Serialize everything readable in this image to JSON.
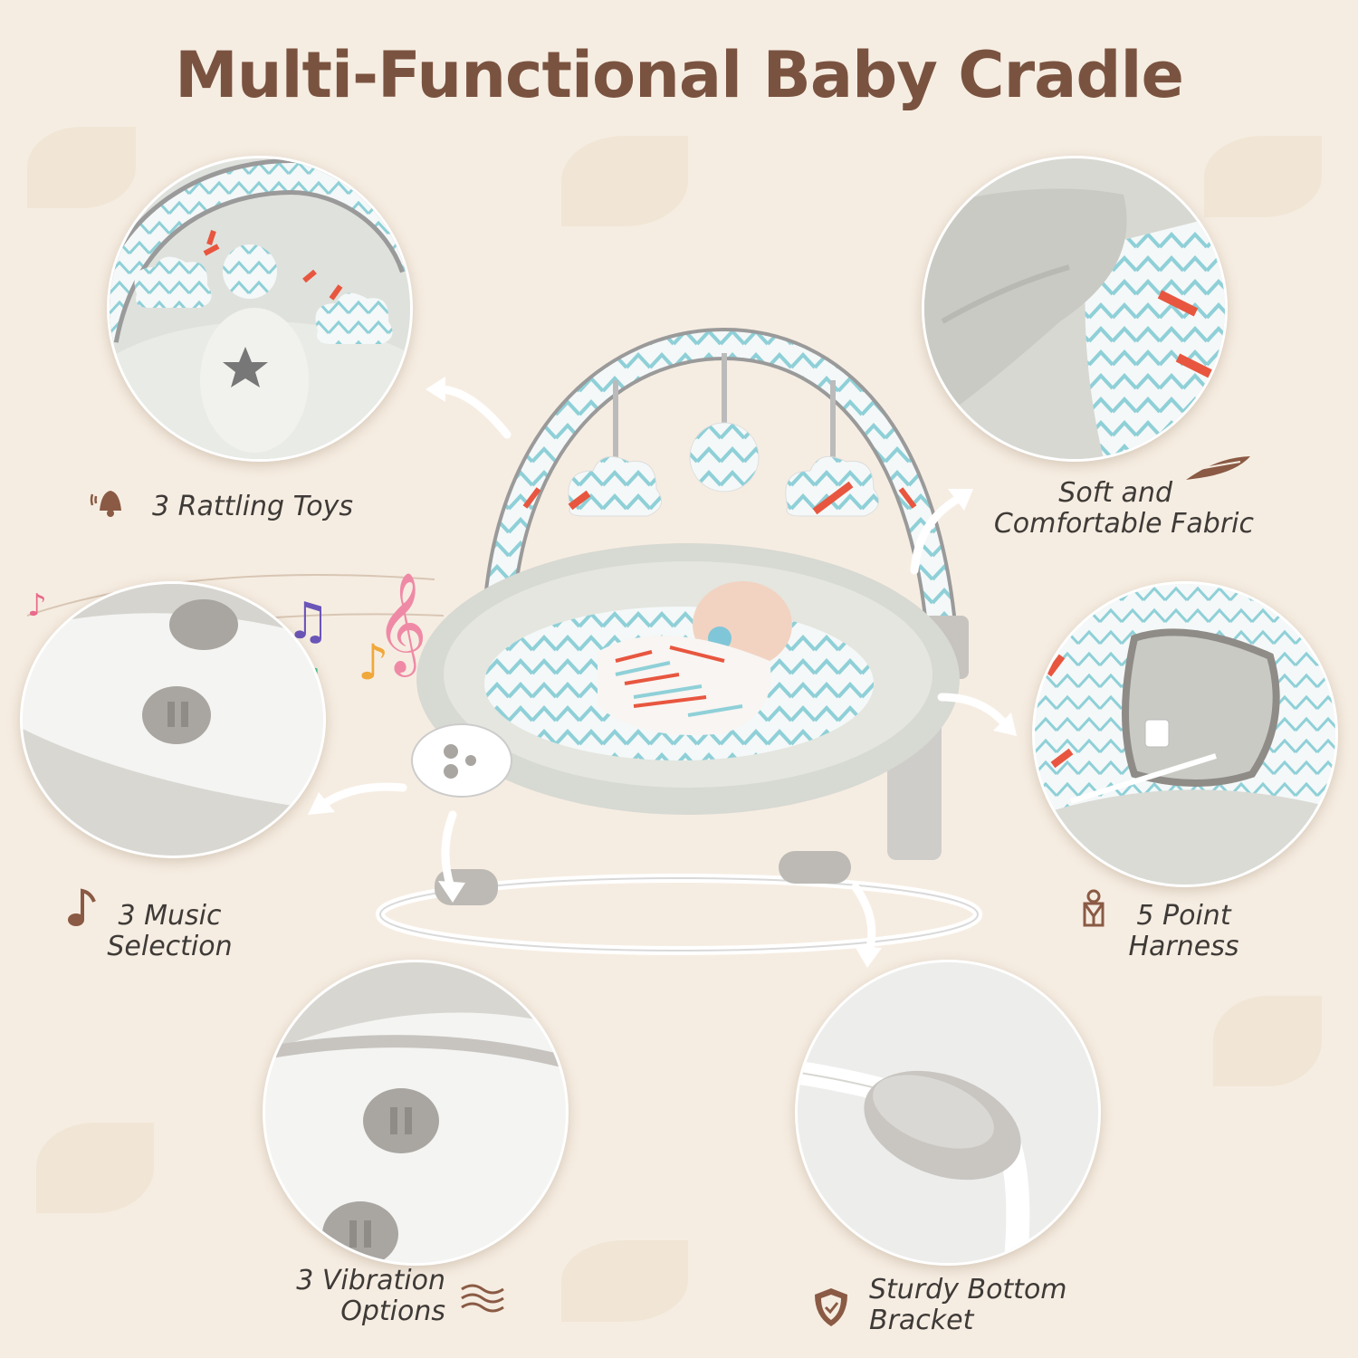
{
  "title": "Multi-Functional Baby Cradle",
  "features": {
    "rattling_toys": "3 Rattling Toys",
    "soft_fabric_line1": "Soft and",
    "soft_fabric_line2": "Comfortable Fabric",
    "music_line1": "3 Music",
    "music_line2": "Selection",
    "harness_line1": "5 Point",
    "harness_line2": "Harness",
    "vibration_line1": "3 Vibration",
    "vibration_line2": "Options",
    "bracket_line1": "Sturdy Bottom",
    "bracket_line2": "Bracket"
  },
  "colors": {
    "title": "#7a5340",
    "background": "#f6ede2",
    "icon": "#8a5a44",
    "pattern_blue": "#8fd0d8",
    "pattern_red": "#e8563f"
  },
  "icons": [
    "bell-icon",
    "feather-icon",
    "music-note-icon",
    "harness-icon",
    "waves-icon",
    "shield-icon"
  ]
}
